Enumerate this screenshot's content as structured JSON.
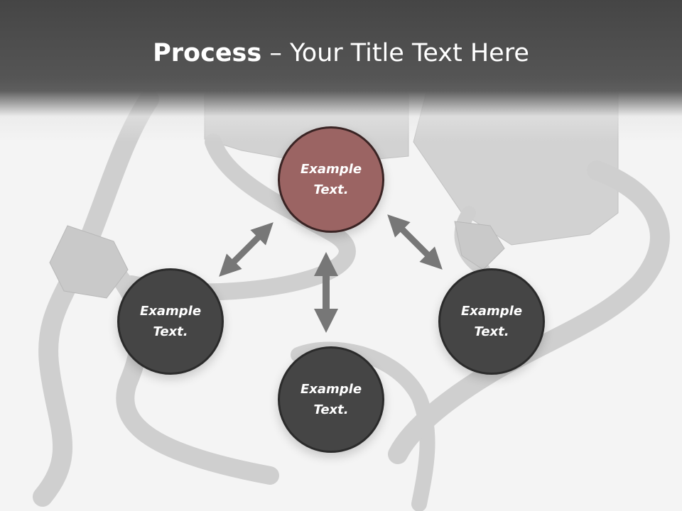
{
  "title": {
    "bold": "Process",
    "rest": " – Your Title Text Here"
  },
  "nodes": {
    "top": "Example Text.",
    "left": "Example Text.",
    "right": "Example Text.",
    "bottom": "Example Text."
  },
  "colors": {
    "header": "#454545",
    "accent_node": "#9b6463",
    "dark_node": "#454545",
    "arrow": "#777777",
    "background": "#f4f4f4"
  }
}
